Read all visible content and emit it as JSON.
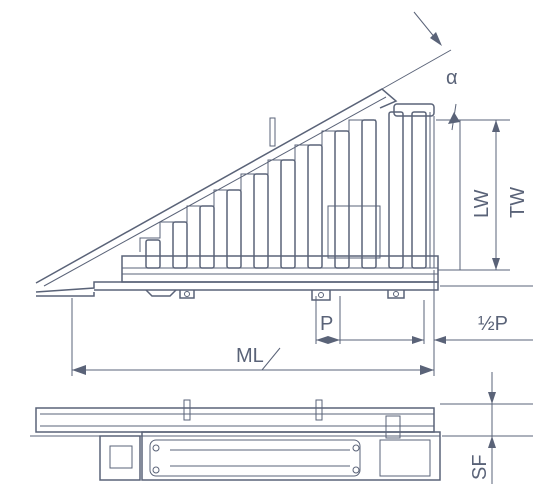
{
  "labels": {
    "alpha": "α",
    "lw": "LW",
    "tw": "TW",
    "p": "P",
    "half_p": "½P",
    "ml": "ML",
    "sf": "SF"
  },
  "colors": {
    "line": "#5a6378",
    "background": "#ffffff"
  }
}
